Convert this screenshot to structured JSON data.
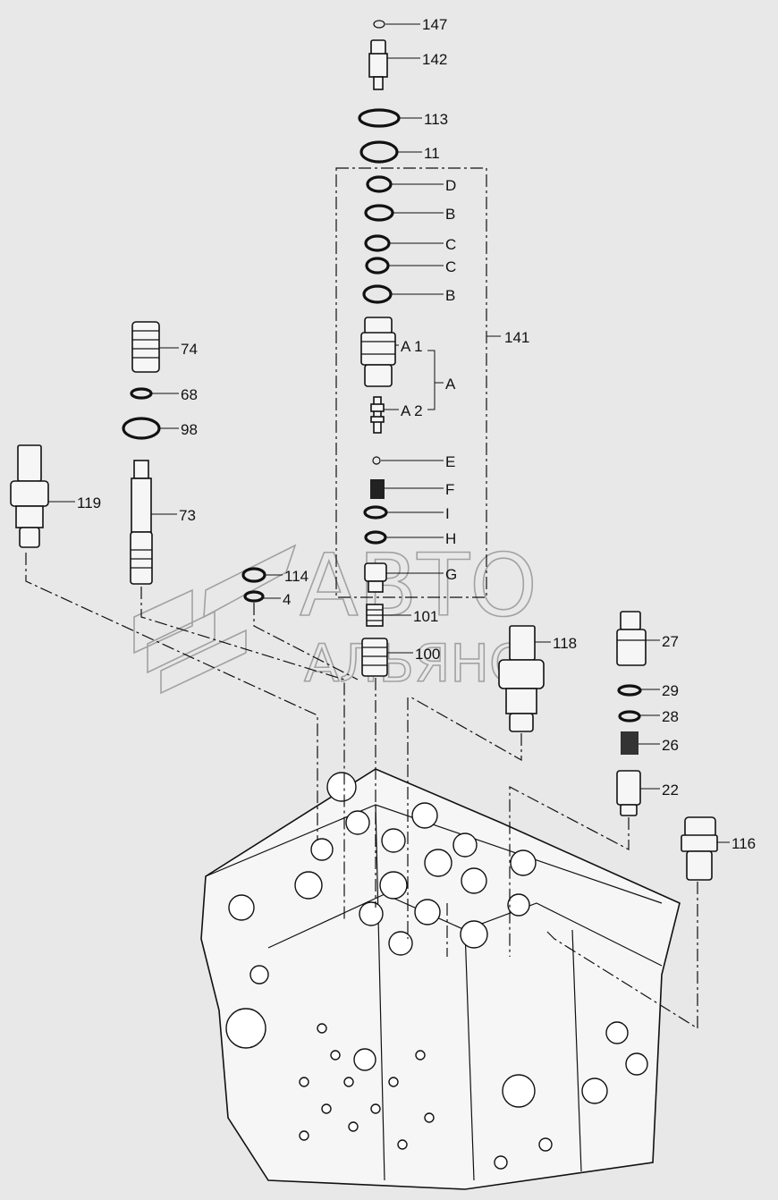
{
  "watermark": {
    "line1": "АВТО",
    "line2": "АЛЬЯНС"
  },
  "callouts": {
    "p147": "147",
    "p142": "142",
    "p113": "113",
    "p11": "11",
    "pD": "D",
    "pB1": "B",
    "pC1": "C",
    "pC2": "C",
    "pB2": "B",
    "p141": "141",
    "pA1": "A 1",
    "pA": "A",
    "pA2": "A 2",
    "pE": "E",
    "pF": "F",
    "pI": "I",
    "pH": "H",
    "pG": "G",
    "p101": "101",
    "p100": "100",
    "p74": "74",
    "p68": "68",
    "p98": "98",
    "p73": "73",
    "p119": "119",
    "p114": "114",
    "p4": "4",
    "p118": "118",
    "p27": "27",
    "p29": "29",
    "p28": "28",
    "p26": "26",
    "p22": "22",
    "p116": "116"
  }
}
